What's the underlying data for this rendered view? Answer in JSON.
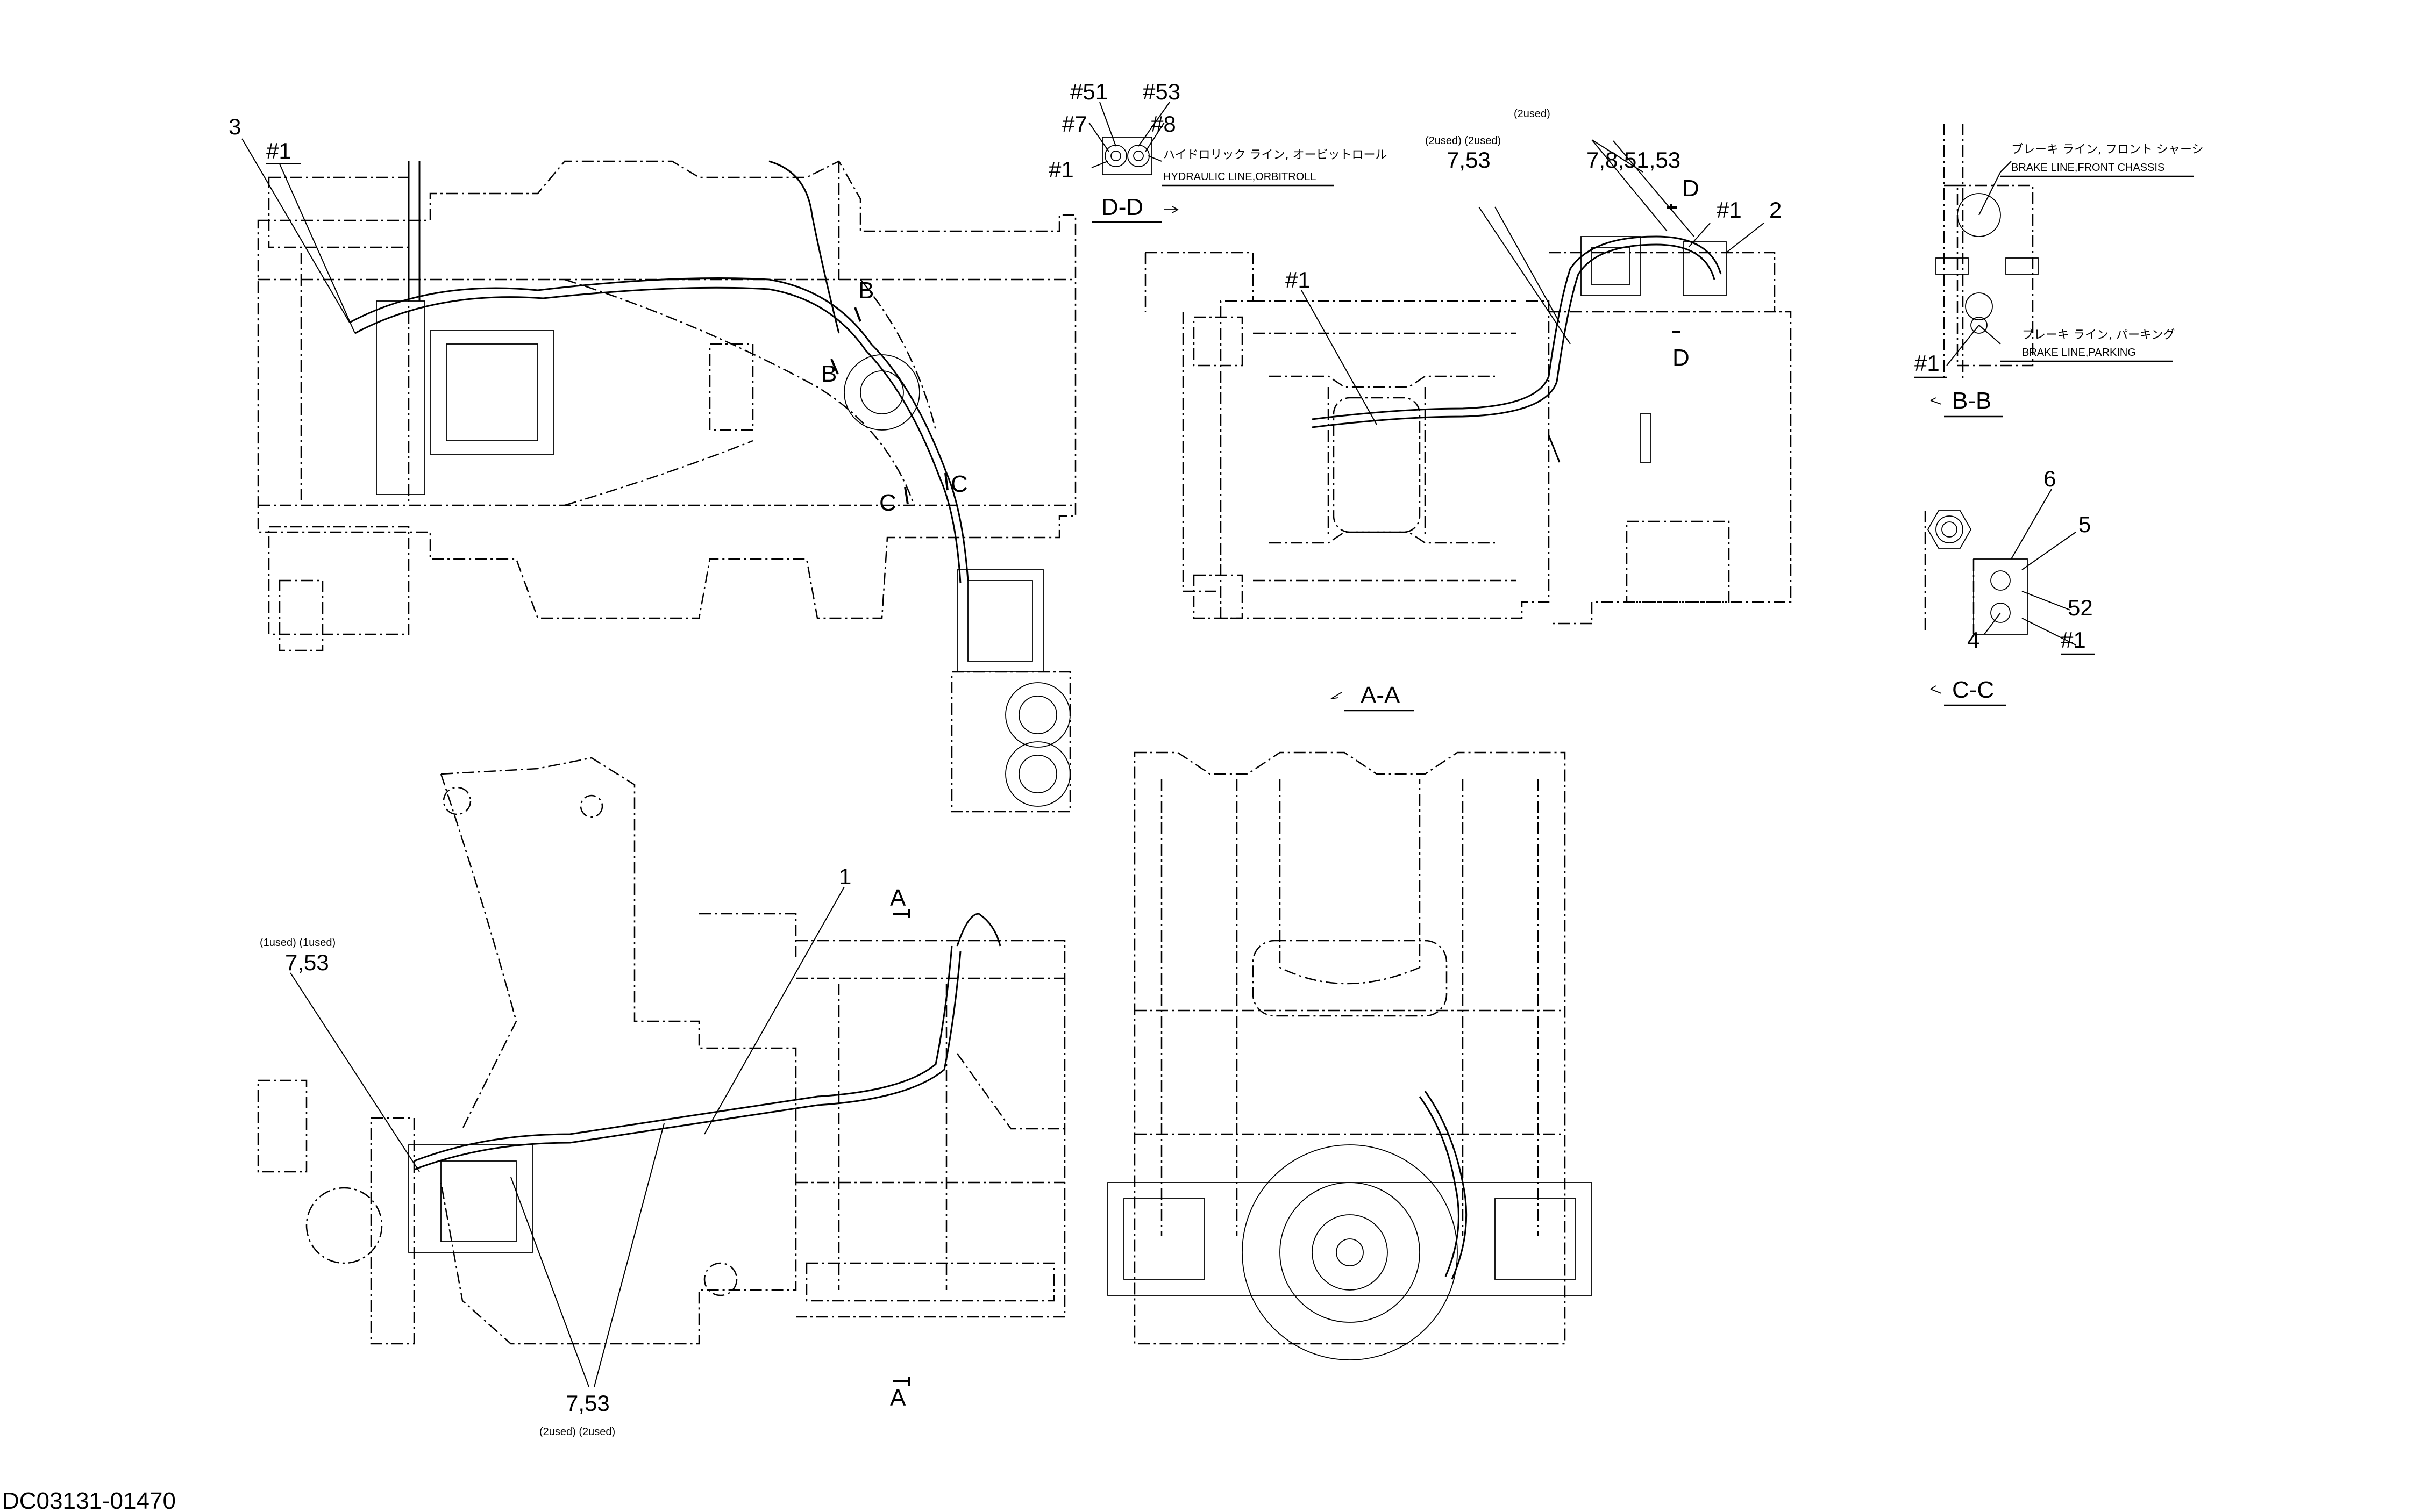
{
  "drawing_id": "DC03131-01470",
  "top_view": {
    "callouts": {
      "item_3": "3",
      "ref_1": "#1"
    },
    "section_marks": {
      "b1": "B",
      "b2": "B",
      "c1": "C",
      "c2": "C"
    }
  },
  "detail_dd": {
    "title": "D-D",
    "callouts": [
      "#51",
      "#53",
      "#7",
      "#8",
      "#1"
    ],
    "label_jp": "ハイドロリック ライン, オービットロール",
    "label_en": "HYDRAULIC LINE,ORBITROLL"
  },
  "section_aa": {
    "title": "A-A",
    "callouts": {
      "used_left": "(2used) (2used)",
      "qty_left": "7,53",
      "used_right": "(2used)",
      "qty_right": "7,8,51,53",
      "ref_1_upper": "#1",
      "item_2": "2",
      "ref_1_left": "#1"
    },
    "section_marks": {
      "d_upper": "D",
      "d_lower": "D"
    }
  },
  "detail_bb": {
    "title": "B-B",
    "front_jp": "ブレーキ ライン, フロント シャーシ",
    "front_en": "BRAKE LINE,FRONT CHASSIS",
    "parking_jp": "ブレーキ ライン, パーキング",
    "parking_en": "BRAKE LINE,PARKING",
    "ref": "#1"
  },
  "detail_cc": {
    "title": "C-C",
    "callouts": {
      "item_6": "6",
      "item_5": "5",
      "item_52": "52",
      "item_4": "4",
      "ref_1": "#1"
    }
  },
  "side_view": {
    "callouts": {
      "item_1": "1",
      "used_top": "(1used) (1used)",
      "qty_top": "7,53",
      "qty_bottom": "7,53",
      "used_bottom": "(2used)  (2used)"
    },
    "section_marks": {
      "a_top": "A",
      "a_bottom": "A"
    }
  }
}
